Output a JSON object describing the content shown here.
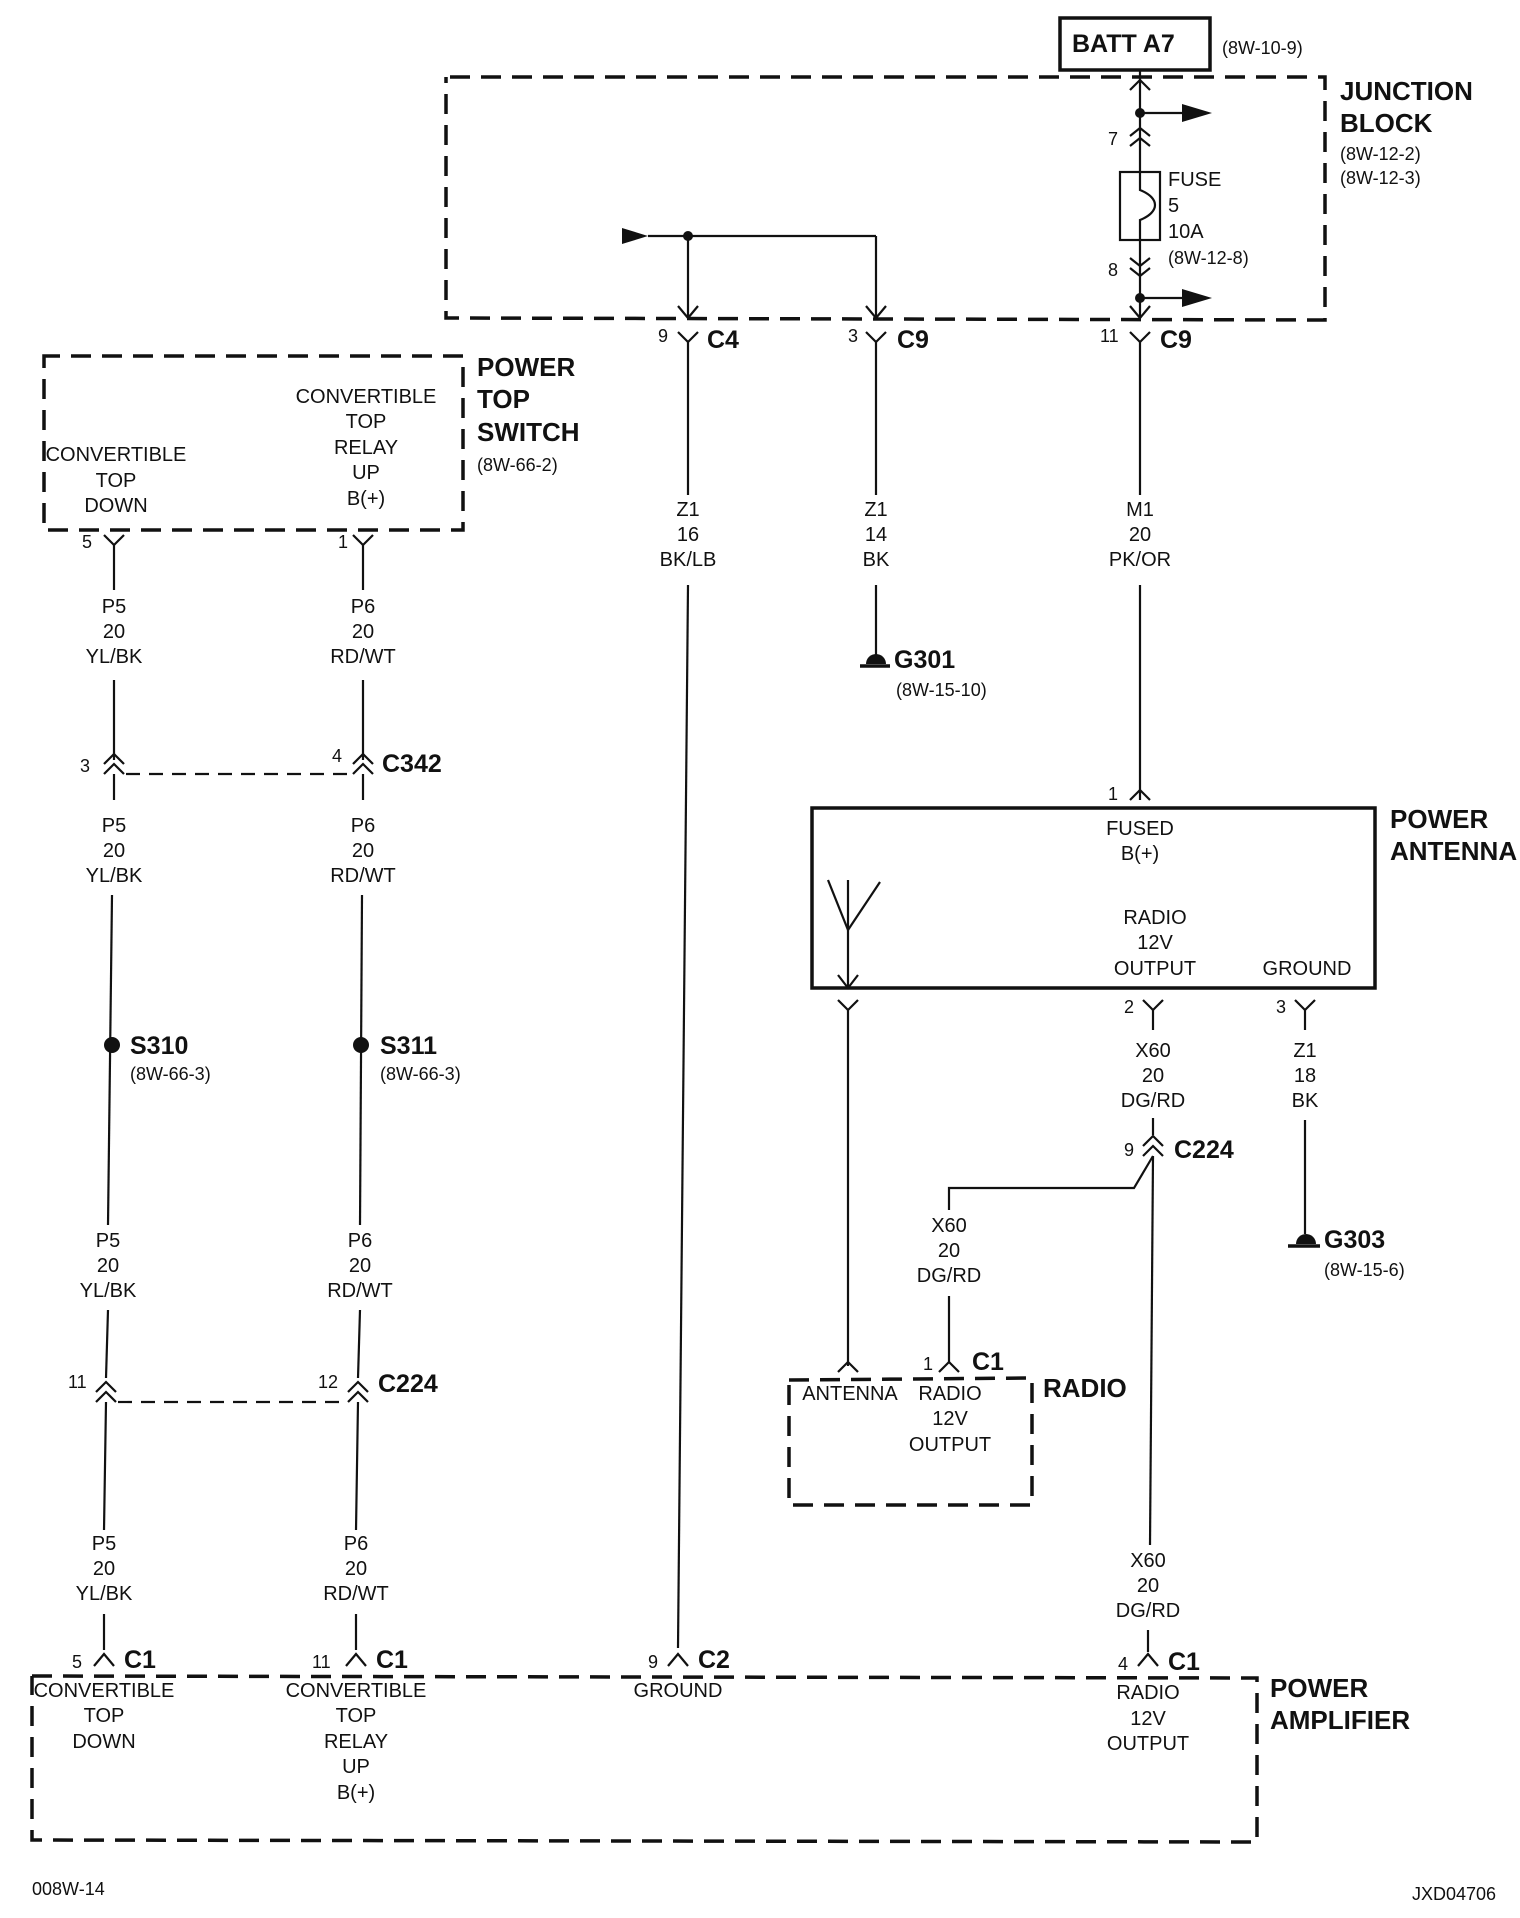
{
  "labels": {
    "batt": "BATT A7",
    "batt_ref": "(8W-10-9)",
    "jb_title1": "JUNCTION",
    "jb_title2": "BLOCK",
    "jb_ref1": "(8W-12-2)",
    "jb_ref2": "(8W-12-3)",
    "fuse1": "FUSE",
    "fuse2": "5",
    "fuse3": "10A",
    "fuse4": "(8W-12-8)",
    "pts_title1": "POWER",
    "pts_title2": "TOP",
    "pts_title3": "SWITCH",
    "pts_ref": "(8W-66-2)",
    "pts_down1": "CONVERTIBLE",
    "pts_down2": "TOP",
    "pts_down3": "DOWN",
    "pts_up1": "CONVERTIBLE",
    "pts_up2": "TOP",
    "pts_up3": "RELAY",
    "pts_up4": "UP",
    "pts_up5": "B(+)",
    "g301": "G301",
    "g301_ref": "(8W-15-10)",
    "c342": "C342",
    "s310": "S310",
    "s310_ref": "(8W-66-3)",
    "s311": "S311",
    "s311_ref": "(8W-66-3)",
    "c224_left": "C224",
    "pa_title1": "POWER",
    "pa_title2": "ANTENNA",
    "pa_fused1": "FUSED",
    "pa_fused2": "B(+)",
    "pa_radio1": "RADIO",
    "pa_radio2": "12V",
    "pa_radio3": "OUTPUT",
    "pa_ground": "GROUND",
    "c224_right": "C224",
    "g303": "G303",
    "g303_ref": "(8W-15-6)",
    "radio_title": "RADIO",
    "radio_ant": "ANTENNA",
    "radio_out1": "RADIO",
    "radio_out2": "12V",
    "radio_out3": "OUTPUT",
    "amp_title1": "POWER",
    "amp_title2": "AMPLIFIER",
    "amp_down1": "CONVERTIBLE",
    "amp_down2": "TOP",
    "amp_down3": "DOWN",
    "amp_up1": "CONVERTIBLE",
    "amp_up2": "TOP",
    "amp_up3": "RELAY",
    "amp_up4": "UP",
    "amp_up5": "B(+)",
    "amp_gnd": "GROUND",
    "amp_radio1": "RADIO",
    "amp_radio2": "12V",
    "amp_radio3": "OUTPUT",
    "footer_left": "008W-14",
    "footer_right": "JXD04706"
  },
  "connectors": {
    "c4_pin": "9",
    "c4": "C4",
    "c9a_pin": "3",
    "c9a": "C9",
    "c9b_pin": "11",
    "c9b": "C9",
    "jb_pin7": "7",
    "jb_pin8": "8",
    "pts_pin5": "5",
    "pts_pin1": "1",
    "c342_pin3": "3",
    "c342_pin4": "4",
    "c224_pin11": "11",
    "c224_pin12": "12",
    "pa_pin1": "1",
    "pa_pin2": "2",
    "pa_pin3": "3",
    "c224r_pin9": "9",
    "radio_c1_pin": "1",
    "radio_c1": "C1",
    "amp_c1a_pin": "5",
    "amp_c1a": "C1",
    "amp_c1b_pin": "11",
    "amp_c1b": "C1",
    "amp_c2_pin": "9",
    "amp_c2": "C2",
    "amp_c1c_pin": "4",
    "amp_c1c": "C1"
  },
  "wires": {
    "z1_16": [
      "Z1",
      "16",
      "BK/LB"
    ],
    "z1_14": [
      "Z1",
      "14",
      "BK"
    ],
    "m1": [
      "M1",
      "20",
      "PK/OR"
    ],
    "p5_a": [
      "P5",
      "20",
      "YL/BK"
    ],
    "p6_a": [
      "P6",
      "20",
      "RD/WT"
    ],
    "p5_b": [
      "P5",
      "20",
      "YL/BK"
    ],
    "p6_b": [
      "P6",
      "20",
      "RD/WT"
    ],
    "p5_c": [
      "P5",
      "20",
      "YL/BK"
    ],
    "p6_c": [
      "P6",
      "20",
      "RD/WT"
    ],
    "p5_d": [
      "P5",
      "20",
      "YL/BK"
    ],
    "p6_d": [
      "P6",
      "20",
      "RD/WT"
    ],
    "x60_a": [
      "X60",
      "20",
      "DG/RD"
    ],
    "z1_18": [
      "Z1",
      "18",
      "BK"
    ],
    "x60_b": [
      "X60",
      "20",
      "DG/RD"
    ],
    "x60_c": [
      "X60",
      "20",
      "DG/RD"
    ]
  }
}
